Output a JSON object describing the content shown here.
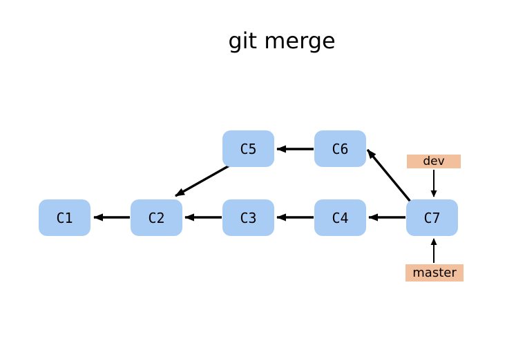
{
  "title": "git merge",
  "colors": {
    "background": "#ffffff",
    "node_fill": "#a9ccf4",
    "branch_fill": "#f3c09e",
    "arrow": "#000000",
    "text": "#000000"
  },
  "nodes": {
    "c1": {
      "label": "C1"
    },
    "c2": {
      "label": "C2"
    },
    "c3": {
      "label": "C3"
    },
    "c4": {
      "label": "C4"
    },
    "c5": {
      "label": "C5"
    },
    "c6": {
      "label": "C6"
    },
    "c7": {
      "label": "C7"
    }
  },
  "branches": {
    "dev": {
      "label": "dev"
    },
    "master": {
      "label": "master"
    }
  },
  "edges": [
    {
      "from": "C2",
      "to": "C1"
    },
    {
      "from": "C3",
      "to": "C2"
    },
    {
      "from": "C4",
      "to": "C3"
    },
    {
      "from": "C7",
      "to": "C4"
    },
    {
      "from": "C6",
      "to": "C5"
    },
    {
      "from": "C5",
      "to": "C2"
    },
    {
      "from": "C7",
      "to": "C6"
    },
    {
      "from": "dev",
      "to": "C7"
    },
    {
      "from": "master",
      "to": "C7"
    }
  ]
}
